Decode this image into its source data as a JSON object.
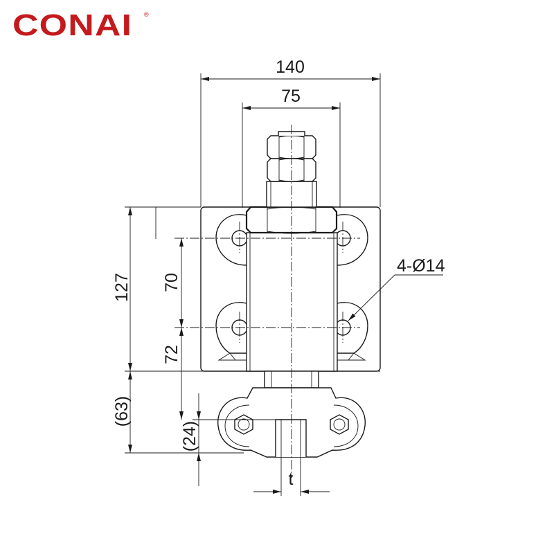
{
  "brand": {
    "name": "CONAI",
    "registered_mark": "®",
    "color": "#c41a1e"
  },
  "drawing": {
    "line_color": "#1a1a1a",
    "dimensions": {
      "overall_width": "140",
      "hole_spacing_horizontal": "75",
      "overall_height": "127",
      "hole_spacing_vertical": "70",
      "lower_offset": "72",
      "shoe_height": "(63)",
      "slot_depth": "(24)",
      "hole_callout": "4-Ø14",
      "rail_thickness": "t"
    }
  }
}
